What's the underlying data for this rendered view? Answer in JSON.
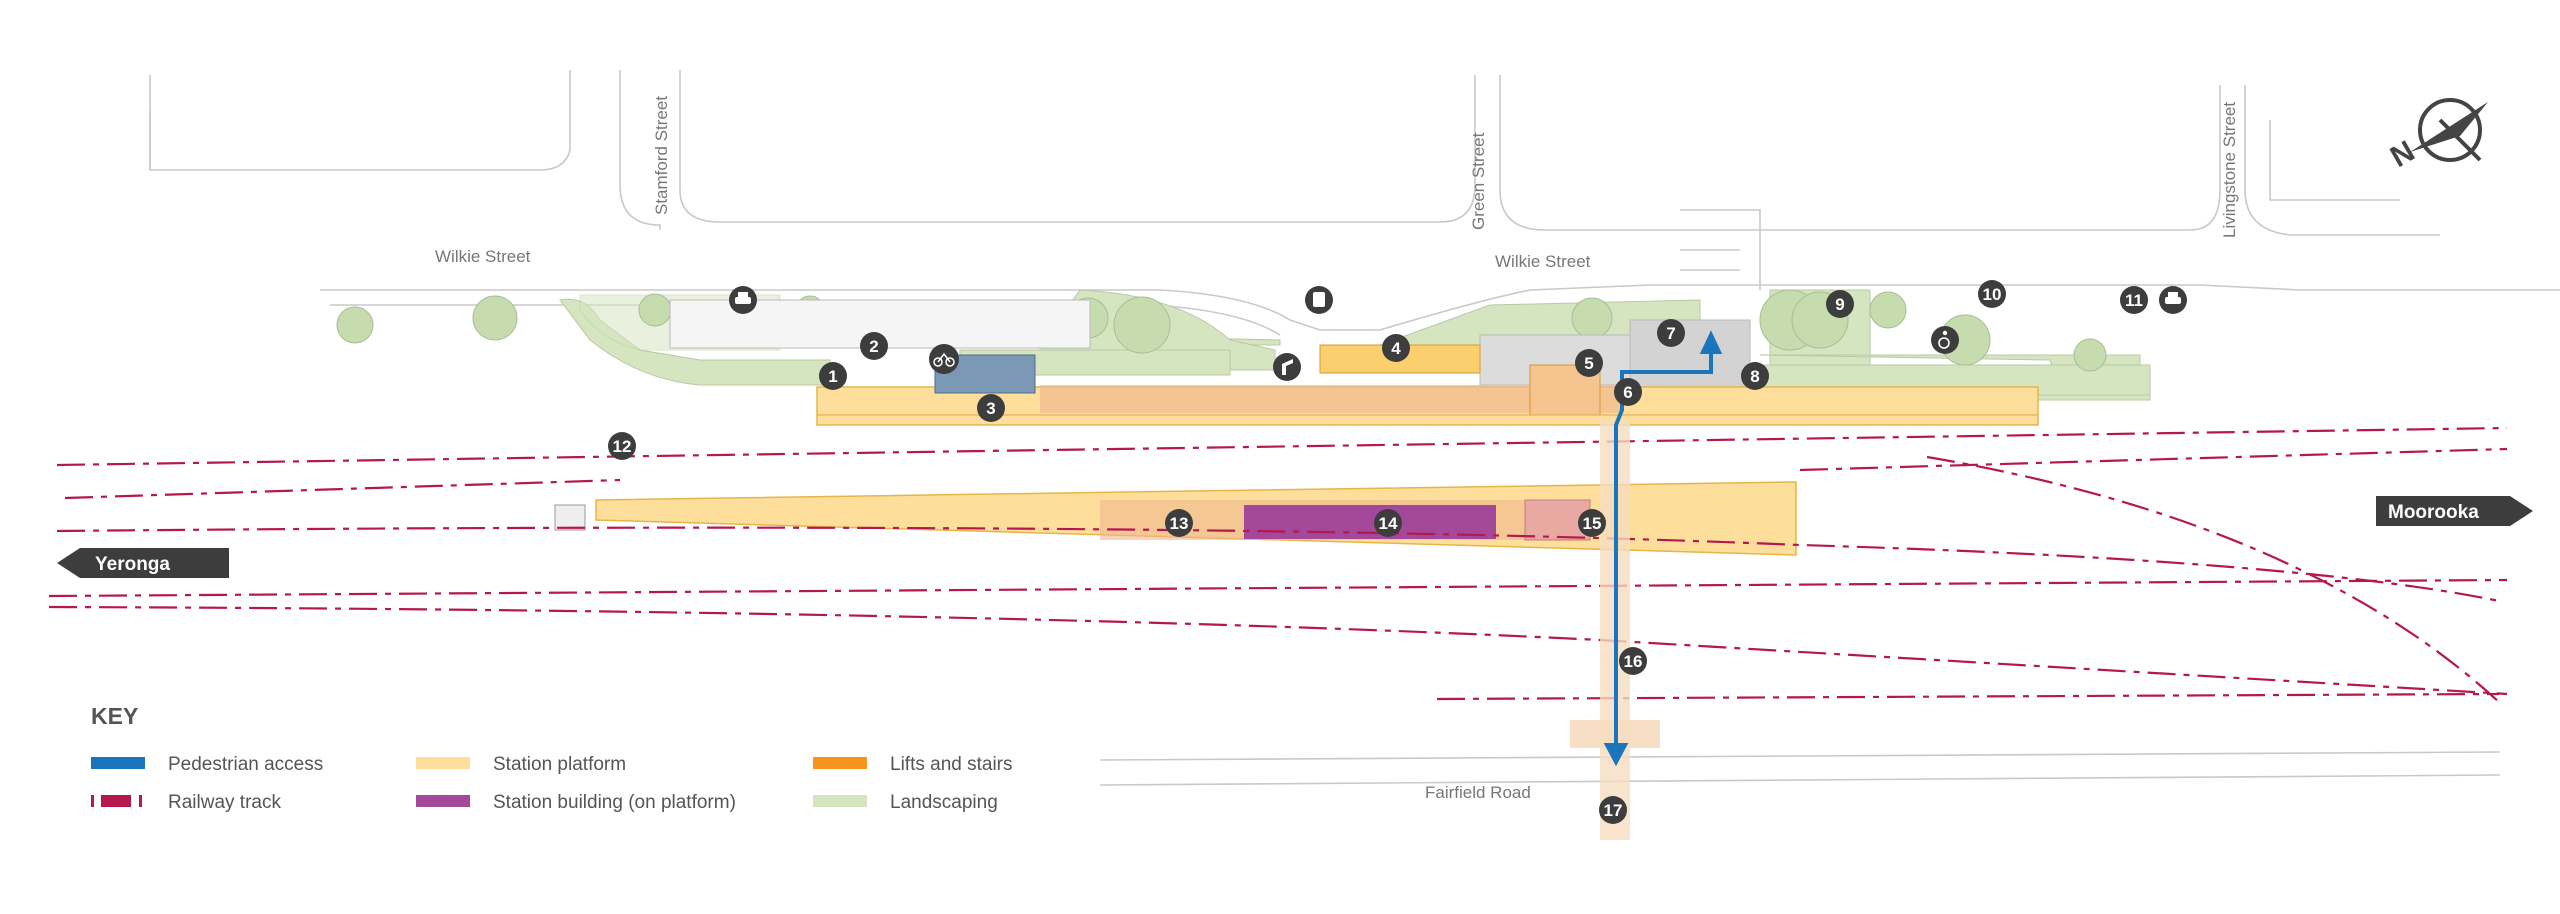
{
  "streets": {
    "wilkie_west": "Wilkie Street",
    "wilkie_east": "Wilkie Street",
    "stamford": "Stamford Street",
    "green": "Green Street",
    "livingstone": "Livingstone Street",
    "fairfield": "Fairfield Road"
  },
  "directions": {
    "left": "Yeronga",
    "right": "Moorooka"
  },
  "compass_label": "N",
  "markers": [
    "1",
    "2",
    "3",
    "4",
    "5",
    "6",
    "7",
    "8",
    "9",
    "10",
    "11",
    "12",
    "13",
    "14",
    "15",
    "16",
    "17"
  ],
  "icons": [
    "car-park-icon",
    "bicycle-icon",
    "bus-stop-icon",
    "kiss-and-ride-icon",
    "accessible-parking-icon",
    "car-park-icon"
  ],
  "key": {
    "title": "KEY",
    "items": [
      {
        "label": "Pedestrian access",
        "color": "#1b75bc"
      },
      {
        "label": "Railway track",
        "color": "#b5174f"
      },
      {
        "label": "Station platform",
        "color": "#fddf9b"
      },
      {
        "label": "Station building (on platform)",
        "color": "#a4489a"
      },
      {
        "label": "Lifts and stairs",
        "color": "#f7941d"
      },
      {
        "label": "Landscaping",
        "color": "#d5e5bf"
      }
    ]
  }
}
